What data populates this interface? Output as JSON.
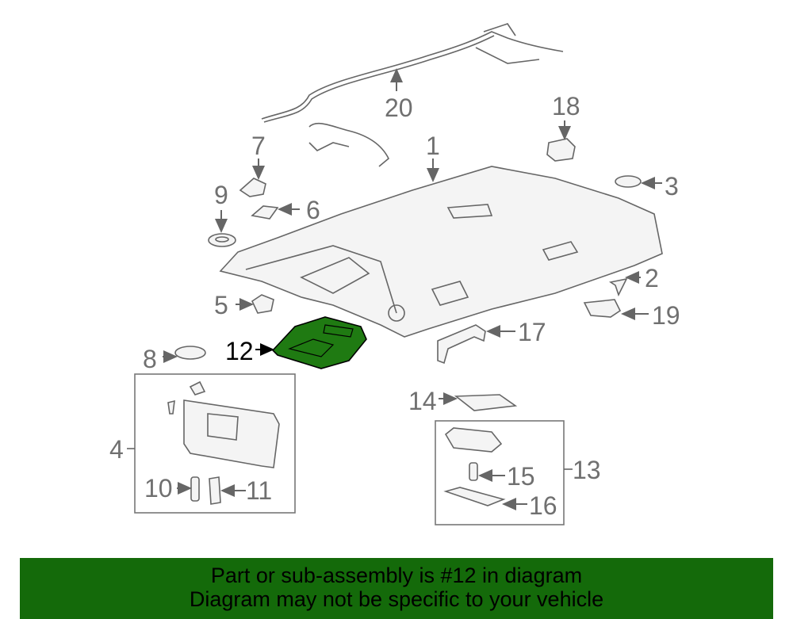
{
  "diagram": {
    "highlighted_part": "12",
    "highlight_color": "#1f7a12",
    "labels": {
      "p1": "1",
      "p2": "2",
      "p3": "3",
      "p4": "4",
      "p5": "5",
      "p6": "6",
      "p7": "7",
      "p8": "8",
      "p9": "9",
      "p10": "10",
      "p11": "11",
      "p12": "12",
      "p13": "13",
      "p14": "14",
      "p15": "15",
      "p16": "16",
      "p17": "17",
      "p18": "18",
      "p19": "19",
      "p20": "20"
    }
  },
  "banner": {
    "line1": "Part or sub-assembly is #12 in diagram",
    "line2": "Diagram may not be specific to your vehicle",
    "color": "#146a0a"
  }
}
